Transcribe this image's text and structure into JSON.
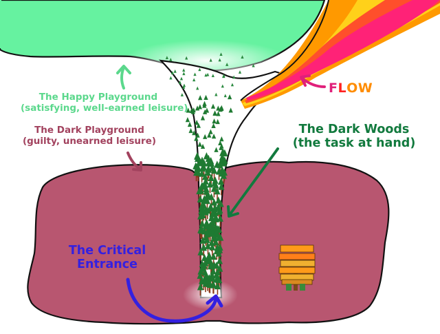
{
  "labels": {
    "happy_playground": {
      "line1": "The Happy Playground",
      "line2": "(satisfying, well-earned leisure)"
    },
    "dark_playground": {
      "line1": "The Dark Playground",
      "line2": "(guilty, unearned leisure)"
    },
    "dark_woods": {
      "line1": "The Dark Woods",
      "line2": "(the task at hand)"
    },
    "critical_entrance": {
      "line1": "The Critical",
      "line2": "Entrance"
    },
    "flow": {
      "letters": [
        "F",
        "L",
        "O",
        "W"
      ]
    }
  },
  "colors": {
    "happy_area": "#66f2a0",
    "happy_text": "#5bd88c",
    "dark_area": "#b85670",
    "dark_text": "#a2425e",
    "woods_text": "#127a3e",
    "critical_text": "#3420e0",
    "flow_arrow": "#e0207a",
    "flow_letters": [
      "#e0207a",
      "#ff2222",
      "#ff8c00",
      "#ff8c00"
    ],
    "trees": "#1f7a32",
    "trunks": "#8b3a1a"
  }
}
